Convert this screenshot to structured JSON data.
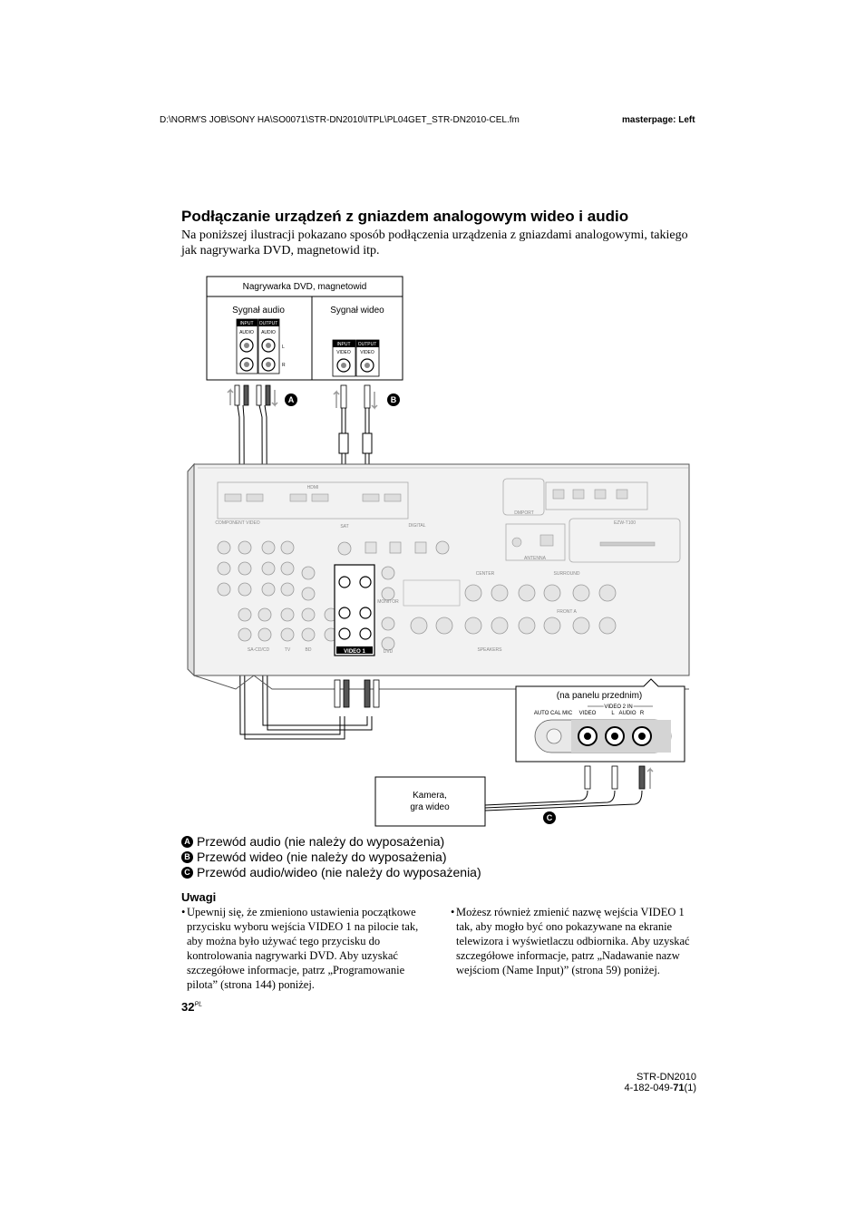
{
  "header": {
    "file_path": "D:\\NORM'S JOB\\SONY HA\\SO0071\\STR-DN2010\\ITPL\\PL04GET_STR-DN2010-CEL.fm",
    "masterpage": "masterpage: Left"
  },
  "section": {
    "title": "Podłączanie urządzeń z gniazdem analogowym wideo i audio",
    "intro": "Na poniższej ilustracji pokazano sposób podłączenia urządzenia z gniazdami analogowymi, takiego jak nagrywarka DVD, magnetowid itp."
  },
  "diagram": {
    "device_box_title": "Nagrywarka DVD, magnetowid",
    "audio_signal_label": "Sygnał audio",
    "video_signal_label": "Sygnał wideo",
    "jack_input": "INPUT",
    "jack_output": "OUTPUT",
    "jack_audio": "AUDIO",
    "jack_video": "VIDEO",
    "ch_l": "L",
    "ch_r": "R",
    "callout_a": "A",
    "callout_b": "B",
    "callout_c": "C",
    "front_panel_label": "(na panelu przednim)",
    "front_video2_in": "VIDEO 2 IN",
    "front_auto_cal": "AUTO CAL MIC",
    "front_video": "VIDEO",
    "front_l": "L",
    "front_audio": "AUDIO",
    "front_r": "R",
    "camera_label_line1": "Kamera,",
    "camera_label_line2": "gra wideo",
    "receiver_video1": "VIDEO 1",
    "receiver_hdmi": "HDMI",
    "receiver_component": "COMPONENT VIDEO",
    "receiver_digital": "DIGITAL",
    "receiver_antenna": "ANTENNA",
    "receiver_dmport": "DMPORT",
    "receiver_speakers": "SPEAKERS",
    "receiver_monitor": "MONITOR",
    "receiver_tv": "TV",
    "receiver_sat": "SAT",
    "receiver_bd": "BD",
    "receiver_dvd": "DVD",
    "receiver_sacd": "SA-CD/CD",
    "receiver_center": "CENTER",
    "receiver_surround": "SURROUND",
    "receiver_front_a": "FRONT A",
    "receiver_ezw": "EZW-T100"
  },
  "legend": [
    {
      "marker": "A",
      "text": "Przewód audio (nie należy do wyposażenia)"
    },
    {
      "marker": "B",
      "text": "Przewód wideo (nie należy do wyposażenia)"
    },
    {
      "marker": "C",
      "text": "Przewód audio/wideo (nie należy do wyposażenia)"
    }
  ],
  "notes": {
    "title": "Uwagi",
    "bullet": "•",
    "items": [
      "Upewnij się, że zmieniono ustawienia początkowe przycisku wyboru wejścia VIDEO 1 na pilocie tak, aby można było używać tego przycisku do kontrolowania nagrywarki DVD. Aby uzyskać szczegółowe informacje, patrz „Programowanie pilota” (strona 144) poniżej.",
      "Możesz również zmienić nazwę wejścia VIDEO 1 tak, aby mogło być ono pokazywane na ekranie telewizora i wyświetlaczu odbiornika. Aby uzyskać szczegółowe informacje, patrz „Nadawanie nazw wejściom (Name Input)” (strona 59) poniżej."
    ]
  },
  "page": {
    "number": "32",
    "suffix": "PL"
  },
  "footer": {
    "model": "STR-DN2010",
    "code_prefix": "4-182-049-",
    "code_bold": "71",
    "code_suffix": "(1)"
  }
}
